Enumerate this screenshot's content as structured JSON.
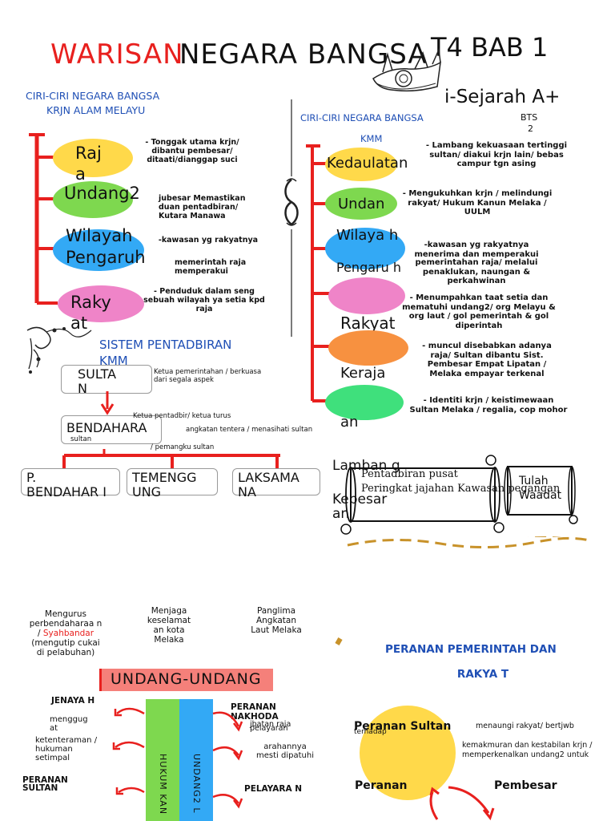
{
  "title": {
    "word1": "WARISAN",
    "word2": "NEGARA BANGSA",
    "code": "T4 BAB 1",
    "brand": "i-Sejarah A+",
    "bts": "BTS",
    "bts_num": "2"
  },
  "left": {
    "heading1": "CIRI-CIRI NEGARA BANGSA",
    "heading2": "KRJN ALAM MELAYU",
    "items": [
      {
        "label": "Raj a",
        "note": "- Tonggak utama krjn/ dibantu pembesar/ ditaati/dianggap suci"
      },
      {
        "label": "Undang2",
        "note": "jubesar Memastikan duan pentadbiran/ Kutara Manawa"
      },
      {
        "label": "Wilayah",
        "note": "-kawasan yg rakyatnya"
      },
      {
        "label": "Pengaruh",
        "note": "memerintah raja memperakui"
      },
      {
        "label": "Raky at",
        "note": "- Penduduk dalam seng sebuah wilayah ya setia kpd raja"
      }
    ]
  },
  "right": {
    "heading1": "CIRI-CIRI NEGARA BANGSA",
    "heading2": "KMM",
    "items": [
      {
        "label": "Kedaulatan",
        "note": "- Lambang kekuasaan tertinggi sultan/ diakui krjn lain/ bebas campur tgn asing"
      },
      {
        "label": "Undan",
        "note": "- Mengukuhkan krjn / melindungi rakyat/ Hukum Kanun Melaka / UULM"
      },
      {
        "label": "Wilaya h",
        "note": "-kawasan yg rakyatnya menerima dan memperakui"
      },
      {
        "label": "Pengaru h",
        "note": "pemerintahan raja/ melalui penaklukan, naungan & perkahwinan"
      },
      {
        "label": "Rakyat",
        "note": "- Menumpahkan taat setia dan mematuhi undang2/ org Melayu & org laut / gol pemerintah & gol diperintah"
      },
      {
        "label": "Keraja",
        "note": "- muncul disebabkan adanya raja/ Sultan dibantu Sist. Pembesar Empat Lipatan / Melaka empayar terkenal"
      },
      {
        "label": "an",
        "note": "- Identiti krjn / keistimewaan Sultan Melaka / regalia, cop mohor"
      }
    ]
  },
  "sistem": {
    "heading": "SISTEM PENTADBIRAN KMM",
    "sultan": "SULTA N",
    "sultan_note": "Ketua pemerintahan / berkuasa dari segala aspek",
    "bendahara": "BENDAHARA",
    "bendahara_note1": "Ketua pentadbir/ ketua turus",
    "bendahara_note2": "angkatan tentera / menasihati sultan",
    "bendahara_note3": "/ pemangku sultan",
    "p_bendahari": "P. BENDAHAR I",
    "temenggung": "TEMENGG UNG",
    "laksamana": "LAKSAMA NA",
    "duty1a": "Mengurus perbendaharaa n /",
    "duty1b": "Syahbandar",
    "duty1c": "(mengutip cukai di pelabuhan)",
    "duty2": "Menjaga keselamat an kota Melaka",
    "duty3": "Panglima Angkatan Laut Melaka"
  },
  "scroll": {
    "lambang": "Lamban g",
    "kebesar": "Kebesar an",
    "line1": "Pentadbiran pusat",
    "line2": "Peringkat jajahan Kawasan pegangan",
    "tulah": "Tulah",
    "waadat": "Waadat"
  },
  "undang": {
    "title": "UNDANG-UNDANG",
    "jenayah": "JENAYA H",
    "menggugat": "menggug at",
    "ketenteraman": "ketenteraman / hukuman setimpal",
    "peranan_sultan": "PERANAN SULTAN",
    "peranan_nakhoda": "PERANAN NAKHODA",
    "jbatan": "jbatan raja",
    "pelayaran": "pelayaran",
    "arahannya": "arahannya mesti dipatuhi",
    "pelayaran2": "PELAYARA N",
    "col1": "HUKUM KAN",
    "col2": "UNDANG2 L"
  },
  "peranan": {
    "title1": "PERANAN PEMERINTAH DAN",
    "title2": "RAKYA T",
    "sultan": "Peranan Sultan",
    "terhadap": "terhadap",
    "note1": "menaungi rakyat/ bertjwb",
    "note2": "kemakmuran dan kestabilan krjn / memperkenalkan undang2 untuk",
    "peranan": "Peranan",
    "pembesar": "Pembesar"
  },
  "colors": {
    "red": "#e8201e",
    "yellow": "#ffd94a",
    "green": "#7ed84f",
    "blue": "#33a9f5",
    "pink": "#ef84c8",
    "orange": "#f79140",
    "mint": "#3fe07c",
    "heading_blue": "#1f4fb5"
  }
}
